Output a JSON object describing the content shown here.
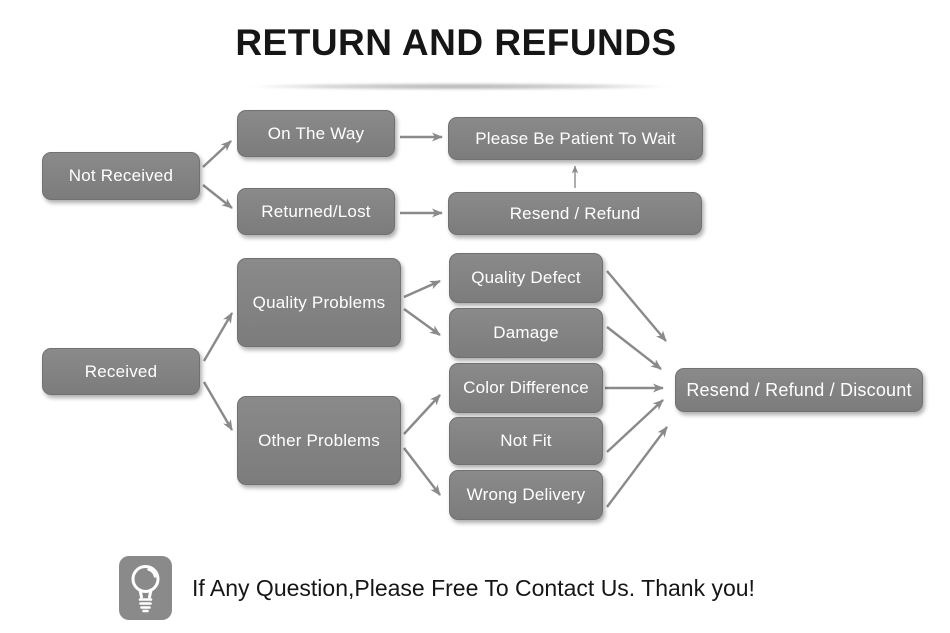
{
  "title": "RETURN AND REFUNDS",
  "flowchart": {
    "nodes": {
      "not_received": "Not Received",
      "on_the_way": "On The Way",
      "returned_lost": "Returned/Lost",
      "please_wait": "Please Be Patient To Wait",
      "resend_refund": "Resend / Refund",
      "received": "Received",
      "quality_problems": "Quality Problems",
      "other_problems": "Other Problems",
      "quality_defect": "Quality Defect",
      "damage": "Damage",
      "color_difference": "Color Difference",
      "not_fit": "Not Fit",
      "wrong_delivery": "Wrong Delivery",
      "resend_refund_discount": "Resend / Refund / Discount"
    },
    "edges": [
      {
        "from": "Not Received",
        "to": "On The Way"
      },
      {
        "from": "Not Received",
        "to": "Returned/Lost"
      },
      {
        "from": "On The Way",
        "to": "Please Be Patient To Wait"
      },
      {
        "from": "Returned/Lost",
        "to": "Resend / Refund"
      },
      {
        "from": "Resend / Refund",
        "to": "Please Be Patient To Wait"
      },
      {
        "from": "Received",
        "to": "Quality Problems"
      },
      {
        "from": "Received",
        "to": "Other Problems"
      },
      {
        "from": "Quality Problems",
        "to": "Quality Defect"
      },
      {
        "from": "Quality Problems",
        "to": "Damage"
      },
      {
        "from": "Other Problems",
        "to": "Color Difference"
      },
      {
        "from": "Other Problems",
        "to": "Wrong Delivery"
      },
      {
        "from": "Quality Defect",
        "to": "Resend / Refund / Discount"
      },
      {
        "from": "Damage",
        "to": "Resend / Refund / Discount"
      },
      {
        "from": "Color Difference",
        "to": "Resend / Refund / Discount"
      },
      {
        "from": "Not Fit",
        "to": "Resend / Refund / Discount"
      },
      {
        "from": "Wrong Delivery",
        "to": "Resend / Refund / Discount"
      }
    ]
  },
  "note": {
    "icon": "lightbulb-icon",
    "text": "If Any Question,Please Free To Contact Us. Thank you!"
  },
  "colors": {
    "background": "#ffffff",
    "node_fill": "#808080",
    "node_border": "#717171",
    "node_text": "#ffffff",
    "arrow": "#8a8a8a",
    "title_text": "#161616",
    "note_icon_bg": "#8a8a8a",
    "note_text": "#161616"
  }
}
